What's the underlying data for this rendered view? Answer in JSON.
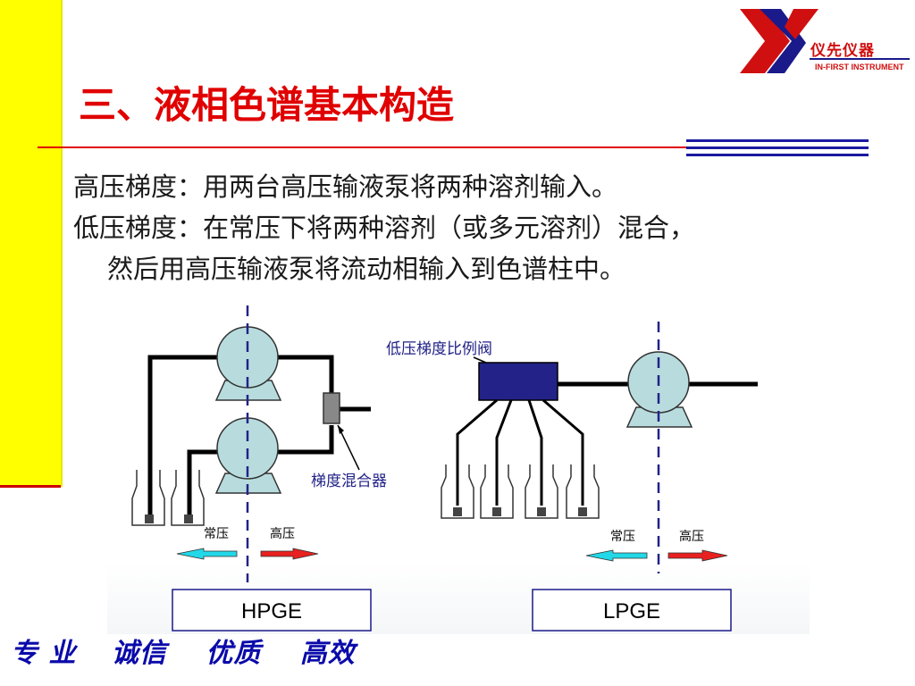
{
  "logo": {
    "name_cn": "仪先仪器",
    "name_en": "IN-FIRST INSTRUMENT"
  },
  "title": "三、液相色谱基本构造",
  "body": {
    "line1": "高压梯度：用两台高压输液泵将两种溶剂输入。",
    "line2": "低压梯度：在常压下将两种溶剂（或多元溶剂）混合，",
    "line3": "然后用高压输液泵将流动相输入到色谱柱中。"
  },
  "diagram": {
    "mixer_label": "梯度混合器",
    "valve_label": "低压梯度比例阀",
    "left": {
      "low_pressure": "常压",
      "high_pressure": "高压",
      "box_label": "HPGE"
    },
    "right": {
      "low_pressure": "常压",
      "high_pressure": "高压",
      "box_label": "LPGE"
    }
  },
  "footer": {
    "item1": "专 业",
    "item2": "诚信",
    "item3": "优质",
    "item4": "高效"
  },
  "colors": {
    "title_red": "#e00000",
    "sidebar_yellow": "#ffff00",
    "footer_blue": "#0a0aaa",
    "pump_fill": "#b8dcde",
    "valve_fill": "#222288",
    "arrow_cyan": "#22d8e8",
    "arrow_red": "#e82020"
  }
}
